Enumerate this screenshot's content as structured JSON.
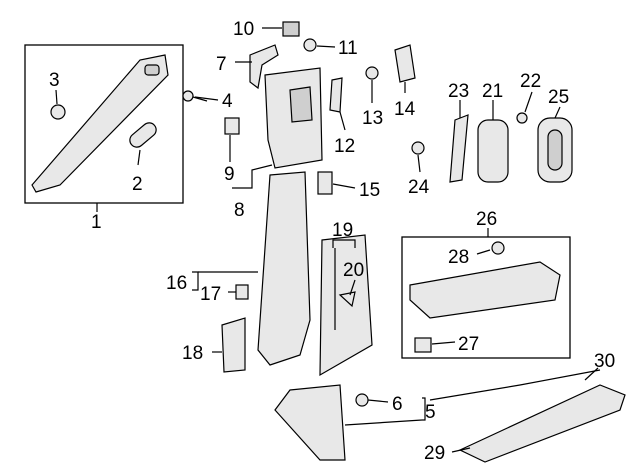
{
  "diagram": {
    "type": "exploded parts diagram",
    "callouts": {
      "n1": "1",
      "n2": "2",
      "n3": "3",
      "n4": "4",
      "n5": "5",
      "n6": "6",
      "n7": "7",
      "n8": "8",
      "n9": "9",
      "n10": "10",
      "n11": "11",
      "n12": "12",
      "n13": "13",
      "n14": "14",
      "n15": "15",
      "n16": "16",
      "n17": "17",
      "n18": "18",
      "n19": "19",
      "n20": "20",
      "n21": "21",
      "n22": "22",
      "n23": "23",
      "n24": "24",
      "n25": "25",
      "n26": "26",
      "n27": "27",
      "n28": "28",
      "n29": "29",
      "n30": "30"
    },
    "colors": {
      "line": "#000000",
      "part_fill": "#e8e8e8",
      "background": "#ffffff"
    }
  }
}
